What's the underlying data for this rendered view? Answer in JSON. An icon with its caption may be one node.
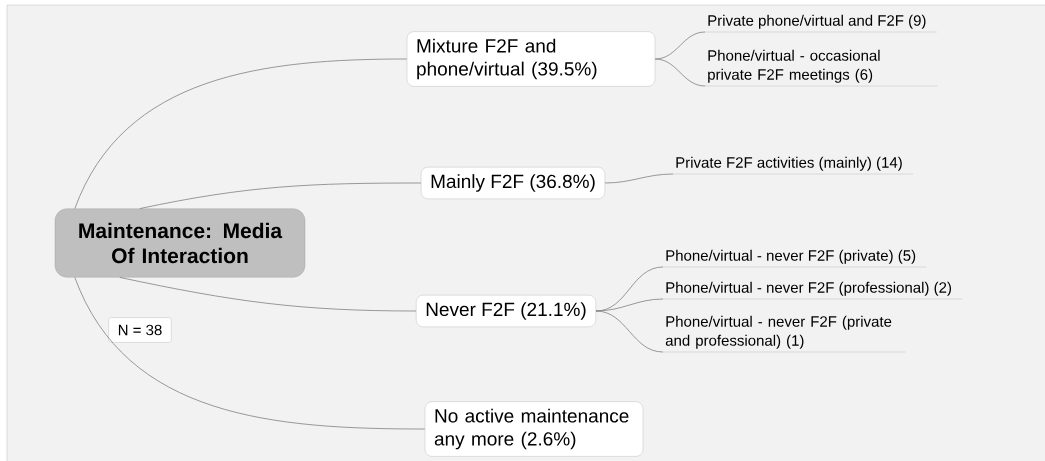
{
  "diagram": {
    "nodes": [
      {
        "text": [
          "Maintenance: Media Of Interaction"
        ]
      },
      {
        "text": [
          "N = 38"
        ]
      },
      {
        "text": [
          "Mixture F2F and phone/virtual (39.5%)"
        ]
      },
      {
        "text": [
          "Mainly F2F (36.8%)"
        ]
      },
      {
        "text": [
          "Never F2F (21.1%)"
        ]
      },
      {
        "text": [
          "No active maintenance any more (2.6%)"
        ]
      },
      {
        "text": [
          "Private phone/virtual and F2F (9)"
        ]
      },
      {
        "text": [
          "Phone/virtual - occasional private F2F meetings (6)"
        ]
      },
      {
        "text": [
          "Private F2F activities (mainly) (14)"
        ]
      },
      {
        "text": [
          "Phone/virtual - never F2F (private) (5)"
        ]
      },
      {
        "text": [
          "Phone/virtual - never F2F (professional) (2)"
        ]
      },
      {
        "text": [
          "Phone/virtual - never F2F (private and professional) (1)"
        ]
      }
    ],
    "edges": [
      {
        "from": 0,
        "to": 2,
        "arrow": "none"
      },
      {
        "from": 0,
        "to": 3,
        "arrow": "none"
      },
      {
        "from": 0,
        "to": 4,
        "arrow": "none"
      },
      {
        "from": 0,
        "to": 5,
        "arrow": "none"
      },
      {
        "from": 2,
        "to": 6,
        "arrow": "none"
      },
      {
        "from": 2,
        "to": 7,
        "arrow": "none"
      },
      {
        "from": 3,
        "to": 8,
        "arrow": "none"
      },
      {
        "from": 4,
        "to": 9,
        "arrow": "none"
      },
      {
        "from": 4,
        "to": 10,
        "arrow": "none"
      },
      {
        "from": 4,
        "to": 11,
        "arrow": "none"
      }
    ]
  }
}
